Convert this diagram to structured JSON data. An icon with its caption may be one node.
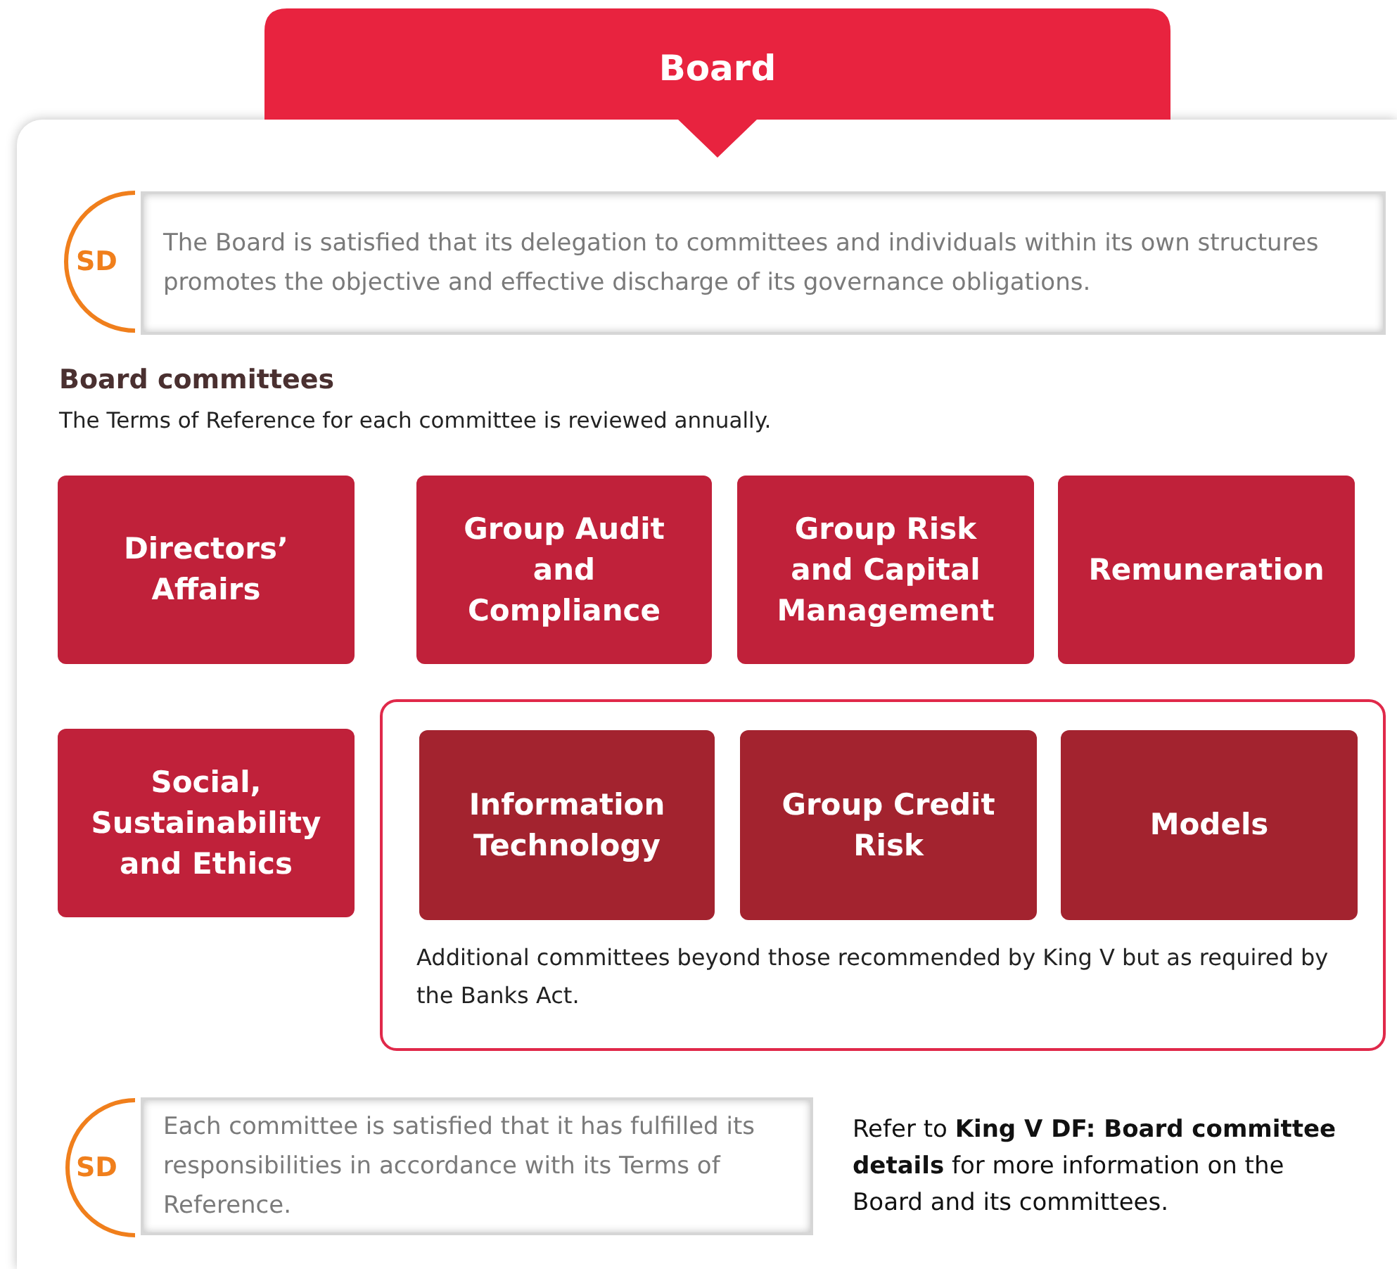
{
  "diagram": {
    "nodes": [
      {
        "text": [
          "Board"
        ]
      },
      {
        "text": [
          "Board committees",
          "The Terms of Reference for each committee is reviewed annually."
        ]
      },
      {
        "text": [
          "SD"
        ],
        "in": 1
      },
      {
        "text": [
          "The Board is satisfied that its delegation to committees and individuals within its own structures promotes the objective and effective discharge of its governance obligations."
        ],
        "in": 1
      },
      {
        "text": [
          "Directors’ Affairs"
        ],
        "in": 1
      },
      {
        "text": [
          "Group Audit and Compliance"
        ],
        "in": 1
      },
      {
        "text": [
          "Group Risk and Capital Management"
        ],
        "in": 1
      },
      {
        "text": [
          "Remuneration"
        ],
        "in": 1
      },
      {
        "text": [
          "Social, Sustainability and Ethics"
        ],
        "in": 1
      },
      {
        "text": [
          "Additional committees beyond those recommended by King V but as required by the Banks Act."
        ],
        "in": 1
      },
      {
        "text": [
          "Information Technology"
        ],
        "in": 9
      },
      {
        "text": [
          "Group Credit Risk"
        ],
        "in": 9
      },
      {
        "text": [
          "Models"
        ],
        "in": 9
      },
      {
        "text": [
          "SD"
        ],
        "in": 1
      },
      {
        "text": [
          "Each committee is satisfied that it has fulfilled its responsibilities in accordance with its Terms of Reference."
        ],
        "in": 1
      }
    ],
    "labels": [
      "Refer to **King V DF: Board committee details** for more information on the Board and its committees."
    ]
  }
}
